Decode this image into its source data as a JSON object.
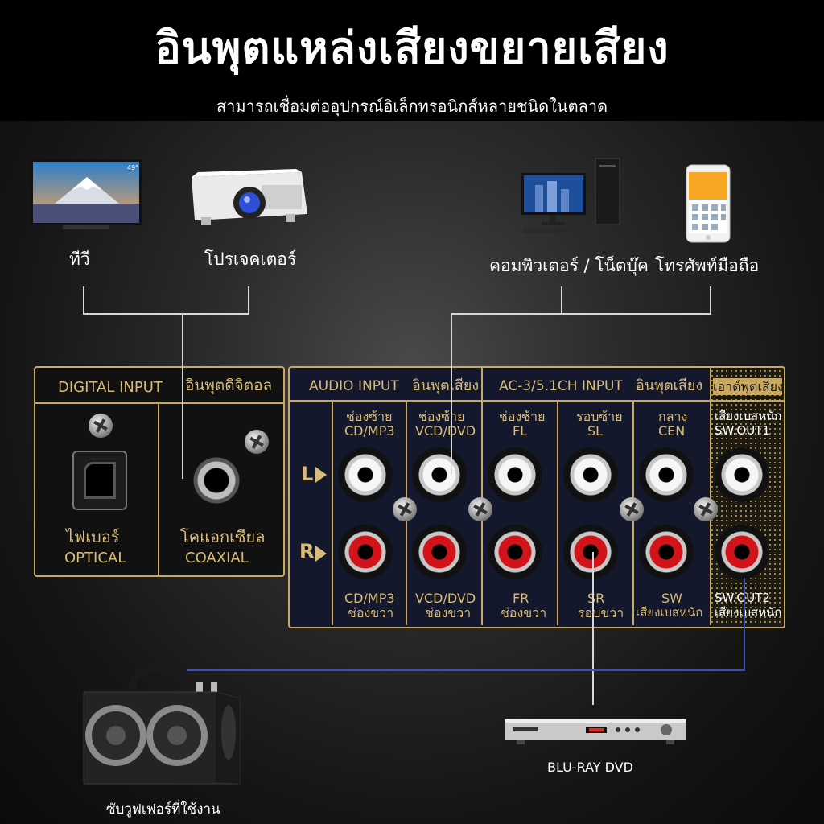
{
  "header": {
    "title": "อินพุตแหล่งเสียงขยายเสียง",
    "subtitle": "สามารถเชื่อมต่ออุปกรณ์อิเล็กทรอนิกส์หลายชนิดในตลาด"
  },
  "devices": {
    "tv": "ทีวี",
    "projector": "โปรเจคเตอร์",
    "computer": "คอมพิวเตอร์ / โน็ตบุ๊ค",
    "phone": "โทรศัพท์มือถือ",
    "dvd": "BLU-RAY DVD",
    "subwoofer": "ซับวูฟเฟอร์ที่ใช้งาน",
    "tv_badge": "49\""
  },
  "panel": {
    "digital_header_en": "DIGITAL  INPUT",
    "digital_header_th": "อินพุตดิจิตอล",
    "optical_th": "ไฟเบอร์",
    "optical_en": "OPTICAL",
    "coaxial_th": "โคแอกเซียล",
    "coaxial_en": "COAXIAL",
    "audio_header_en": "AUDIO INPUT",
    "audio_header_th": "อินพุตเสียง",
    "ac3_header_en": "AC-3/5.1CH INPUT",
    "ac3_header_th": "อินพุตเสียง",
    "out_header": "เอาต์พุตเสียง",
    "l_label": "L",
    "r_label": "R",
    "columns": [
      {
        "top_th": "ช่องซ้าย",
        "top_en": "CD/MP3",
        "bot_en": "CD/MP3",
        "bot_th": "ช่องขวา"
      },
      {
        "top_th": "ช่องซ้าย",
        "top_en": "VCD/DVD",
        "bot_en": "VCD/DVD",
        "bot_th": "ช่องขวา"
      },
      {
        "top_th": "ช่องซ้าย",
        "top_en": "FL",
        "bot_en": "FR",
        "bot_th": "ช่องขวา"
      },
      {
        "top_th": "รอบซ้าย",
        "top_en": "SL",
        "bot_en": "SR",
        "bot_th": "รอบขวา"
      },
      {
        "top_th": "กลาง",
        "top_en": "CEN",
        "bot_en": "SW",
        "bot_th": "เสียงเบสหนัก"
      },
      {
        "top_th": "เสียงเบสหนัก",
        "top_en": "SW.OUT1",
        "bot_en": "SW.OUT2",
        "bot_th": "เสียงเบสหนัก"
      }
    ]
  },
  "colors": {
    "gold": "#c9a961",
    "wire": "#d8d8d8",
    "wire_blue": "#3a4fb8",
    "jack_red": "#d0141a"
  }
}
